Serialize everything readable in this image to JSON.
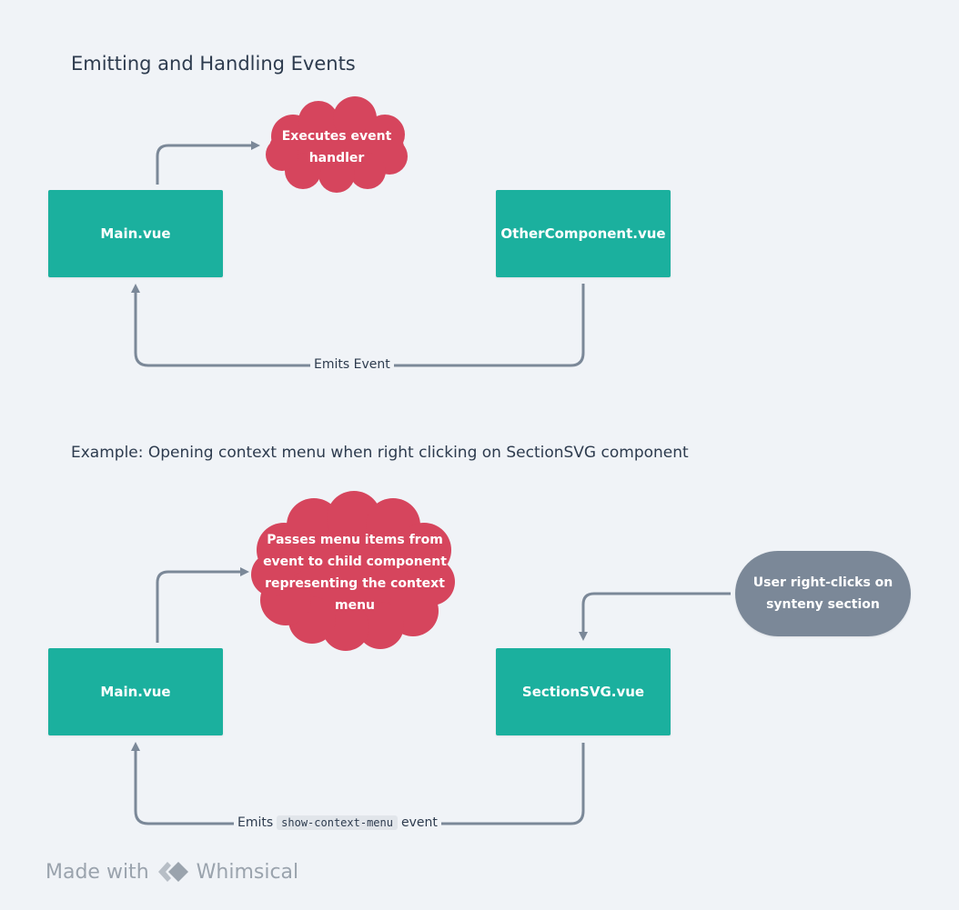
{
  "title": "Emitting and Handling Events",
  "example_heading": "Example: Opening context menu when right clicking on SectionSVG component",
  "diagram1": {
    "main_node": "Main.vue",
    "other_node": "OtherComponent.vue",
    "handler_cloud": "Executes event handler",
    "edge_label": "Emits Event"
  },
  "diagram2": {
    "main_node": "Main.vue",
    "section_node": "SectionSVG.vue",
    "handler_cloud": "Passes menu items from event to child component representing the context menu",
    "user_action": "User right-clicks on synteny section",
    "edge_label_prefix": "Emits",
    "edge_label_code": "show-context-menu",
    "edge_label_suffix": "event"
  },
  "footer": {
    "made_with": "Made with",
    "brand": "Whimsical"
  },
  "colors": {
    "node": "#1bb09e",
    "cloud": "#d6455d",
    "pill": "#7b8898",
    "connector": "#7b8898",
    "background": "#f0f3f7"
  }
}
